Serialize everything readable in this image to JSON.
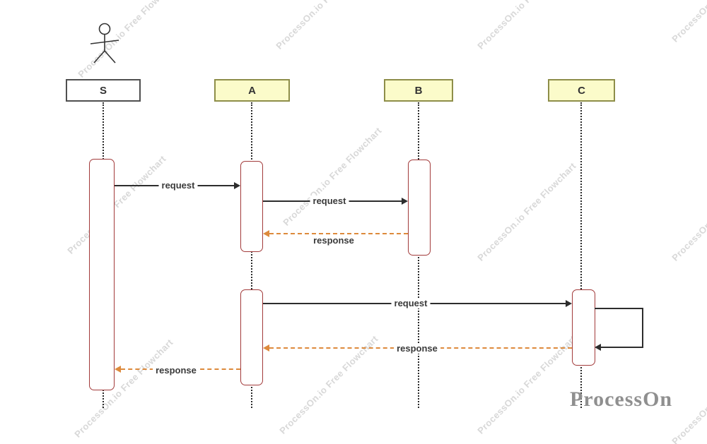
{
  "diagram": {
    "lifelines": [
      {
        "label": "S",
        "fill": "#ffffff",
        "border": "#4f4f4f"
      },
      {
        "label": "A",
        "fill": "#fbfbca",
        "border": "#8e8e49"
      },
      {
        "label": "B",
        "fill": "#fbfbca",
        "border": "#8e8e49"
      },
      {
        "label": "C",
        "fill": "#fbfbca",
        "border": "#8e8e49"
      }
    ],
    "messages": [
      {
        "label": "request",
        "from": "S",
        "to": "A",
        "style": "solid"
      },
      {
        "label": "request",
        "from": "A",
        "to": "B",
        "style": "solid"
      },
      {
        "label": "response",
        "from": "B",
        "to": "A",
        "style": "dashed"
      },
      {
        "label": "request",
        "from": "A",
        "to": "C",
        "style": "solid"
      },
      {
        "label": "response",
        "from": "C",
        "to": "A",
        "style": "dashed"
      },
      {
        "label": "response",
        "from": "A",
        "to": "S",
        "style": "dashed"
      }
    ],
    "self_message": {
      "on": "C",
      "style": "solid"
    },
    "colors": {
      "solid_arrow": "#2d2d2d",
      "dashed_arrow": "#dd8a3c",
      "activation_border": "#a23a3a",
      "lifeline_dots": "#2a2a2a",
      "yellow_fill": "#fbfbca",
      "yellow_border": "#8e8e49",
      "watermark": "#d8d8d8",
      "logo": "#8f8f8f"
    }
  },
  "watermark": {
    "text": "ProcessOn.io Free Flowchart"
  },
  "logo": {
    "text": "ProcessOn"
  }
}
